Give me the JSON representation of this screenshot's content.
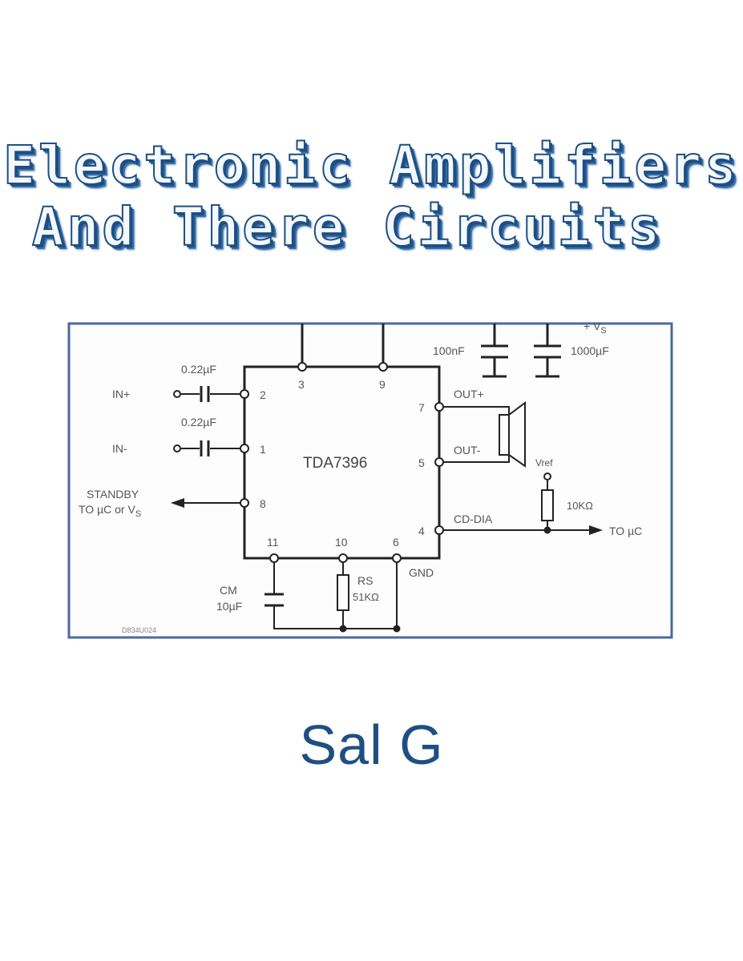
{
  "cover": {
    "title_line1": "Electronic Amplifiers",
    "title_line2": "And There Circuits",
    "author": "Sal G",
    "colors": {
      "title": "#1d4f86",
      "author": "#1f4f82",
      "frame": "#4a6a9a"
    }
  },
  "schematic": {
    "chip": "TDA7396",
    "pins": {
      "p3": "3",
      "p9": "9",
      "p2": "2",
      "p1": "1",
      "p8": "8",
      "p7": "7",
      "p5": "5",
      "p4": "4",
      "p11": "11",
      "p10": "10",
      "p6": "6"
    },
    "labels": {
      "in_plus": "IN+",
      "in_minus": "IN-",
      "cap1": "0.22µF",
      "cap2": "0.22µF",
      "standby1": "STANDBY",
      "standby2": "TO µC or V",
      "standby_sub": "S",
      "cap_100n": "100nF",
      "cap_1000u": "1000µF",
      "vs": "+ V",
      "vs_sub": "S",
      "out_plus": "OUT+",
      "out_minus": "OUT-",
      "vref": "Vref",
      "r10k": "10KΩ",
      "cd_dia": "CD-DIA",
      "to_uc": "TO µC",
      "gnd": "GND",
      "cm1": "CM",
      "cm2": "10µF",
      "rs1": "RS",
      "rs2": "51KΩ",
      "code": "D834U024"
    }
  }
}
